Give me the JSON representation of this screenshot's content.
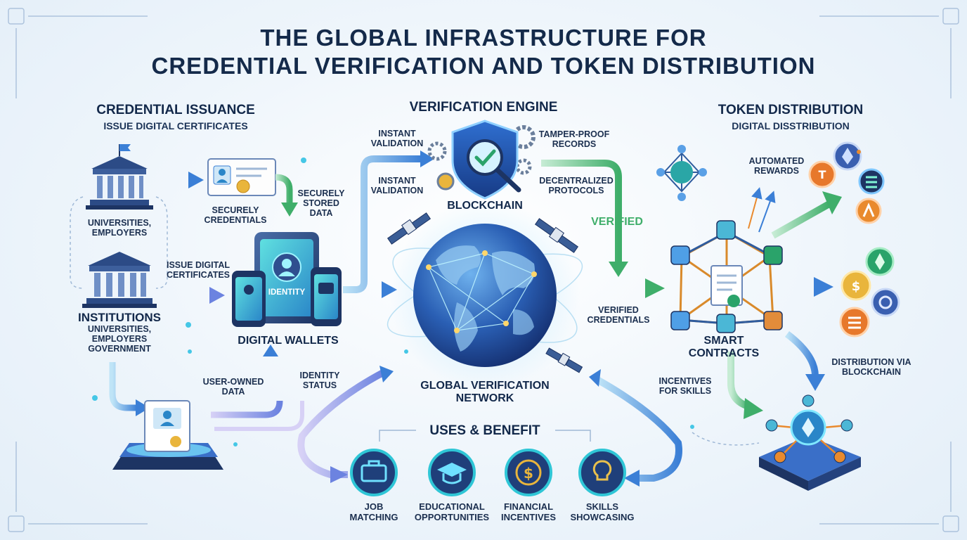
{
  "title": {
    "line1": "THE GLOBAL INFRASTRUCTURE FOR",
    "line2": "CREDENTIAL VERIFICATION AND TOKEN DISTRIBUTION"
  },
  "issuance": {
    "heading": "CREDENTIAL ISSUANCE",
    "subheading": "ISSUE DIGITAL CERTIFICATES",
    "universities_employers": "UNIVERSITIES,\nEMPLOYERS",
    "institutions": "INSTITUTIONS",
    "institutions_sub": "UNIVERSITIES,\nEMPLOYERS\nGOVERNMENT",
    "securely_credentials": "SECURELY\nCREDENTIALS",
    "securely_stored": "SECURELY\nSTORED\nDATA",
    "issue_certs": "ISSUE DIGITAL\nCERTIFICATES",
    "identity": "IDENTITY",
    "digital_wallets": "DIGITAL WALLETS",
    "user_owned": "USER-OWNED\nDATA",
    "identity_status": "IDENTITY\nSTATUS"
  },
  "engine": {
    "heading": "VERIFICATION ENGINE",
    "instant1": "INSTANT\nVALIDATION",
    "instant2": "INSTANT\nVALIDATION",
    "tamper": "TAMPER-PROOF\nRECORDS",
    "decentralized": "DECENTRALIZED\nPROTOCOLS",
    "blockchain": "BLOCKCHAIN",
    "verified": "VERIFIED",
    "verified_credentials": "VERIFIED\nCREDENTIALS",
    "network": "GLOBAL VERIFICATION\nNETWORK"
  },
  "distribution": {
    "heading": "TOKEN DISTRIBUTION",
    "subheading": "DIGITAL DISSTRIBUTION",
    "automated": "AUTOMATED\nREWARDS",
    "smart_contracts": "SMART\nCONTRACTS",
    "distribution_via": "DISTRIBUTION VIA\nBLOCKCHAIN",
    "incentives": "INCENTIVES\nFOR SKILLS"
  },
  "uses": {
    "heading": "USES & BENEFIT",
    "items": [
      {
        "label": "JOB\nMATCHING",
        "icon": "briefcase-icon"
      },
      {
        "label": "EDUCATIONAL\nOPPORTUNITIES",
        "icon": "graduation-cap-icon"
      },
      {
        "label": "FINANCIAL\nINCENTIVES",
        "icon": "dollar-coin-icon"
      },
      {
        "label": "SKILLS\nSHOWCASING",
        "icon": "lightbulb-icon"
      }
    ]
  },
  "colors": {
    "navy": "#142a4a",
    "blue": "#3b7fd6",
    "cyan": "#45c7e6",
    "green": "#3fae6a",
    "purple": "#8a7ae0"
  }
}
